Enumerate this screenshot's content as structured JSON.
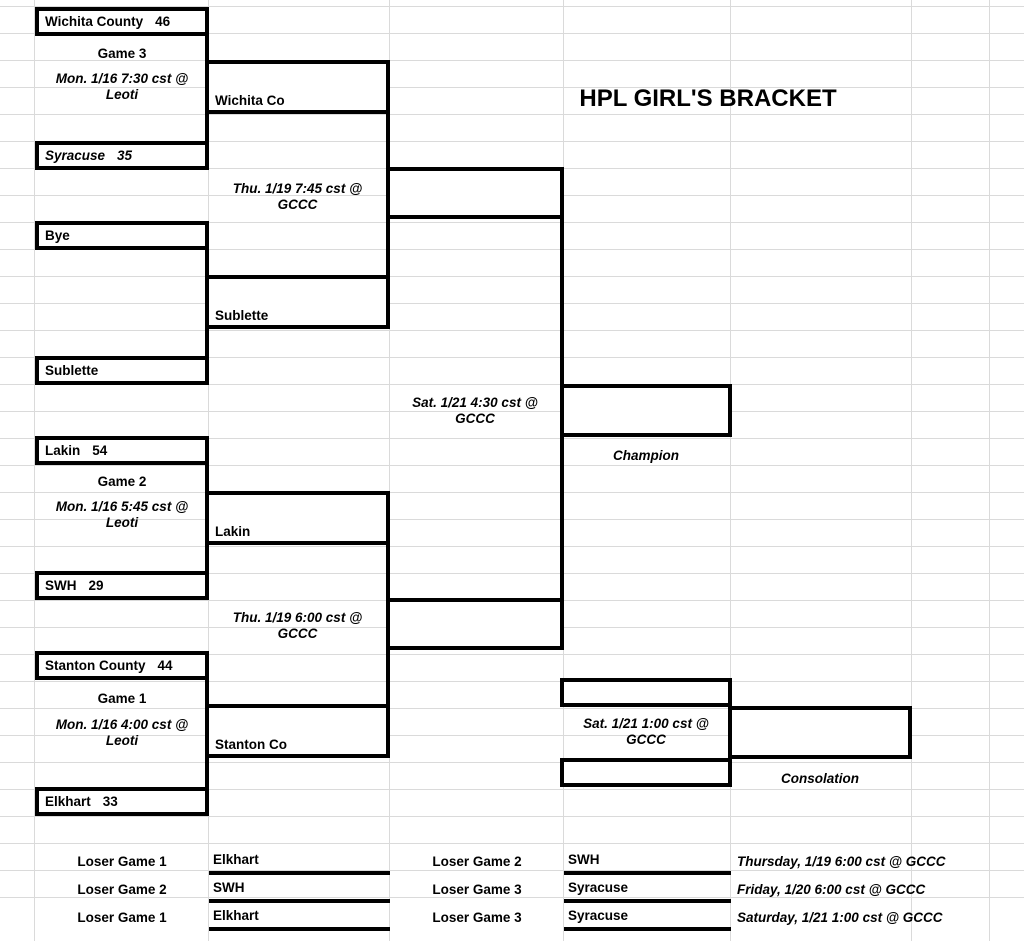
{
  "sheet": {
    "title": "HPL GIRL'S BRACKET"
  },
  "round1": [
    {
      "name": "Wichita County",
      "score": "46"
    },
    {
      "name": "Syracuse",
      "score": "35"
    },
    {
      "name": "Bye",
      "score": ""
    },
    {
      "name": "Sublette",
      "score": ""
    },
    {
      "name": "Lakin",
      "score": "54"
    },
    {
      "name": "SWH",
      "score": "29"
    },
    {
      "name": "Stanton County",
      "score": "44"
    },
    {
      "name": "Elkhart",
      "score": "33"
    }
  ],
  "first_round_games": [
    {
      "label": "Game 3",
      "when": "Mon. 1/16 7:30 cst @",
      "where": "Leoti"
    },
    {
      "label": "Game 2",
      "when": "Mon. 1/16 5:45 cst @",
      "where": "Leoti"
    },
    {
      "label": "Game 1",
      "when": "Mon. 1/16 4:00 cst @",
      "where": "Leoti"
    }
  ],
  "round2": [
    {
      "name": "Wichita Co"
    },
    {
      "name": "Sublette"
    },
    {
      "name": "Lakin"
    },
    {
      "name": "Stanton Co"
    }
  ],
  "semifinal_games": [
    {
      "when": "Thu. 1/19 7:45 cst @",
      "where": "GCCC"
    },
    {
      "when": "Thu. 1/19 6:00 cst @",
      "where": "GCCC"
    }
  ],
  "championship": {
    "when": "Sat. 1/21 4:30 cst @",
    "where": "GCCC",
    "label": "Champion"
  },
  "consolation": {
    "when": "Sat. 1/21 1:00 cst @",
    "where": "GCCC",
    "label": "Consolation"
  },
  "loser_schedule": [
    {
      "left_label": "Loser Game 1",
      "left_team": "Elkhart",
      "right_label": "Loser Game 2",
      "right_team": "SWH",
      "datetime": "Thursday, 1/19 6:00 cst @ GCCC"
    },
    {
      "left_label": "Loser Game 2",
      "left_team": "SWH",
      "right_label": "Loser Game 3",
      "right_team": "Syracuse",
      "datetime": "Friday, 1/20 6:00 cst @ GCCC"
    },
    {
      "left_label": "Loser Game 1",
      "left_team": "Elkhart",
      "right_label": "Loser Game 3",
      "right_team": "Syracuse",
      "datetime": "Saturday, 1/21 1:00 cst @ GCCC"
    }
  ],
  "colors": {
    "line": "#000000",
    "grid": "#dadada",
    "background": "#ffffff",
    "text": "#000000"
  }
}
